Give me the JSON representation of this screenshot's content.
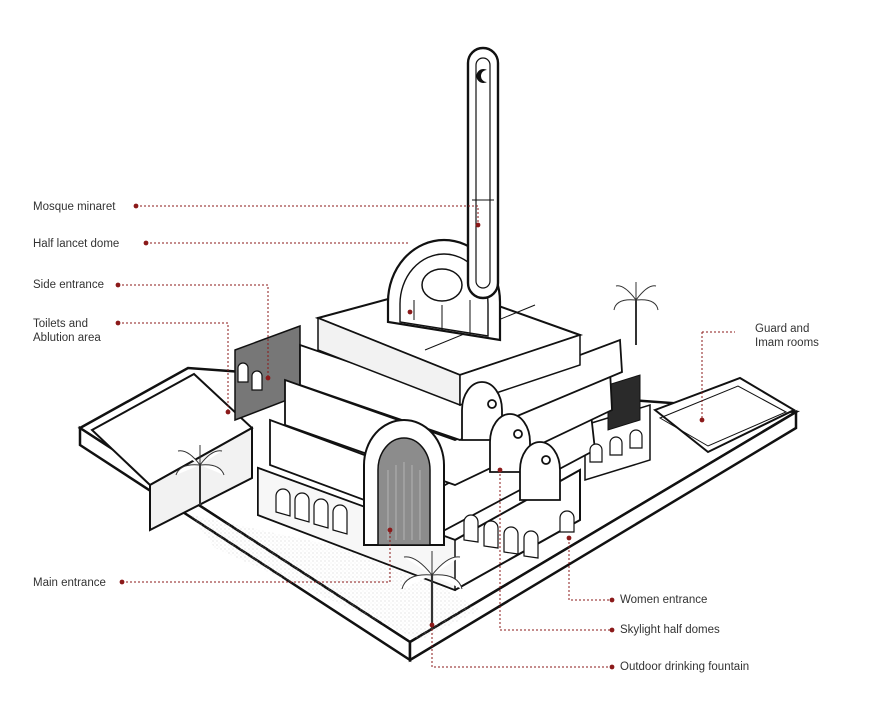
{
  "colors": {
    "leader": "#8b1a1a",
    "ink": "#111111",
    "shade": "#9a9a9a",
    "light": "#f2f2f2"
  },
  "labels": {
    "minaret": "Mosque minaret",
    "half_dome": "Half lancet dome",
    "side_entrance": "Side entrance",
    "toilets_line1": "Toilets and",
    "toilets_line2": "Ablution area",
    "guard_line1": "Guard and",
    "guard_line2": "Imam rooms",
    "main_entrance": "Main entrance",
    "women_entrance": "Women entrance",
    "skylight": "Skylight half domes",
    "fountain": "Outdoor drinking fountain"
  },
  "icons": {
    "minaret_top": "crescent-icon",
    "trees": "palm-tree-icon"
  }
}
